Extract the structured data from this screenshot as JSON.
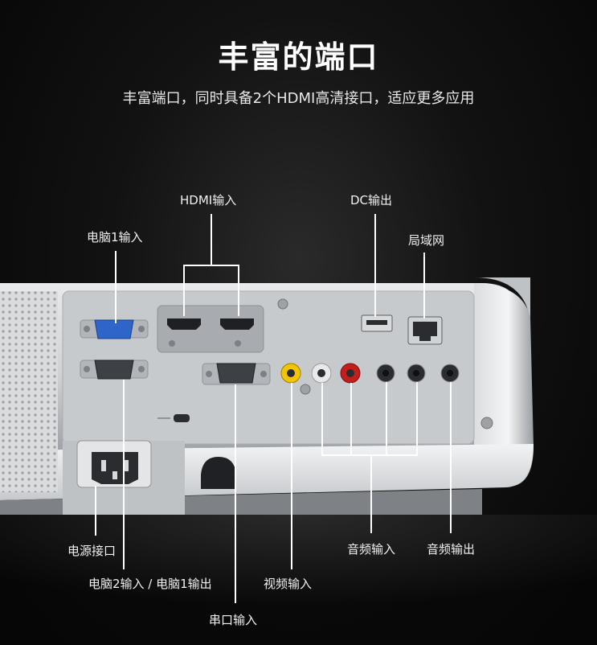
{
  "page": {
    "title": "丰富的端口",
    "subtitle": "丰富端口，同时具备2个HDMI高清接口，适应更多应用"
  },
  "labels": {
    "hdmi_input": "HDMI输入",
    "dc_output": "DC输出",
    "pc1_input": "电脑1输入",
    "lan": "局域网",
    "power_port": "电源接口",
    "pc2_in_pc1_out": "电脑2输入 / 电脑1输出",
    "video_input": "视频输入",
    "audio_input": "音频输入",
    "audio_output": "音频输出",
    "serial_input": "串口输入"
  },
  "colors": {
    "background": "#070707",
    "panel": "#c9cccf",
    "panel_light": "#e7e9eb",
    "port_dark": "#2a2c30",
    "vga_blue": "#2f64c8",
    "rca_yellow": "#f3c400",
    "rca_white": "#e9e9e9",
    "rca_red": "#c41d1d",
    "label_text": "#f0f0f0"
  },
  "icons": {
    "hdmi": "hdmi-port-icon",
    "vga": "vga-port-icon",
    "power": "power-socket-icon",
    "lan": "ethernet-port-icon",
    "usb": "usb-port-icon",
    "rca": "rca-jack-icon",
    "jack": "audio-jack-icon",
    "screw": "screw-icon",
    "lock": "kensington-lock-icon"
  }
}
